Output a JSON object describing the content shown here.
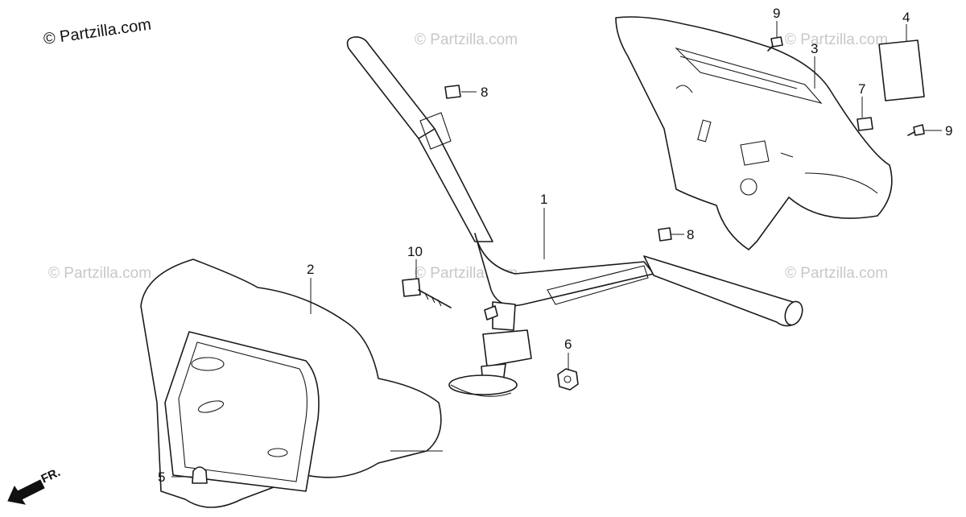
{
  "copyright": "© Partzilla.com",
  "watermark": "© Partzilla.com",
  "direction_label": "FR.",
  "callouts": {
    "c1": "1",
    "c2": "2",
    "c3": "3",
    "c4": "4",
    "c5": "5",
    "c6": "6",
    "c7": "7",
    "c8a": "8",
    "c8b": "8",
    "c9a": "9",
    "c9b": "9",
    "c10": "10"
  },
  "colors": {
    "line": "#1a1a1a",
    "watermark": "#c8c8c8"
  }
}
